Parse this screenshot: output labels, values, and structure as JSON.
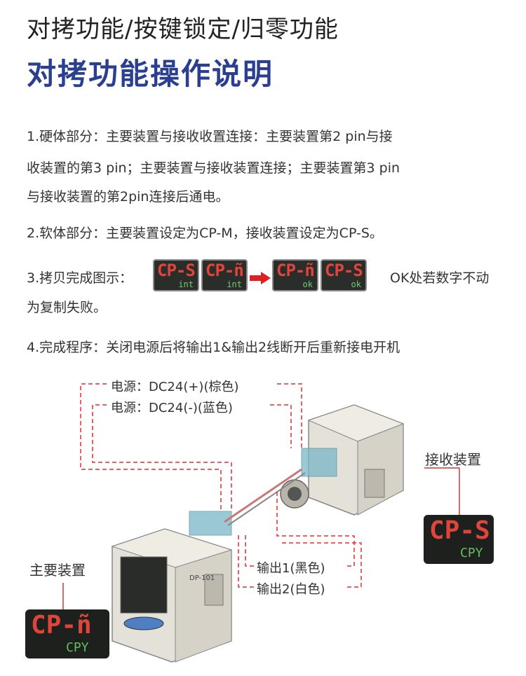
{
  "header": {
    "title": "对拷功能/按键锁定/归零功能"
  },
  "section": {
    "title": "对拷功能操作说明"
  },
  "steps": {
    "s1_line1": "1.硬体部分：主要装置与接收收置连接：主要装置第2 pin与接",
    "s1_line2": "收装置的第3 pin；主要装置与接收装置连接；主要装置第3 pin",
    "s1_line3": "与接收装置的第2pin连接后通电。",
    "s2": "2.软体部分：主要装置设定为CP-M，接收装置设定为CP-S。",
    "s3_prefix": "3.拷贝完成图示：",
    "s3_suffix": "OK处若数字不动",
    "s3_line2": "为复制失败。",
    "s4": "4.完成程序：关闭电源后将输出1&输出2线断开后重新接电开机"
  },
  "displays": [
    {
      "main": "CP-S",
      "sub": "int"
    },
    {
      "main": "CP-ñ",
      "sub": "int"
    },
    {
      "main": "CP-ñ",
      "sub": "ok"
    },
    {
      "main": "CP-S",
      "sub": "ok"
    }
  ],
  "colors": {
    "arrow": "#e02020",
    "title_blue": "#2a3f8f",
    "lcd_red": "#e0443a",
    "lcd_green": "#5fbf5f",
    "wire": "#e03030"
  },
  "diagram": {
    "power_pos": "电源：DC24(+)(棕色)",
    "power_neg": "电源：DC24(-)(蓝色)",
    "receiver": "接收装置",
    "main_device": "主要装置",
    "output1": "输出1(黑色)",
    "output2": "输出2(白色)",
    "receiver_display": {
      "main": "CP-S",
      "sub": "CPY"
    },
    "main_display": {
      "main": "CP-ñ",
      "sub": "CPY"
    },
    "device_brand": "DP-101"
  }
}
